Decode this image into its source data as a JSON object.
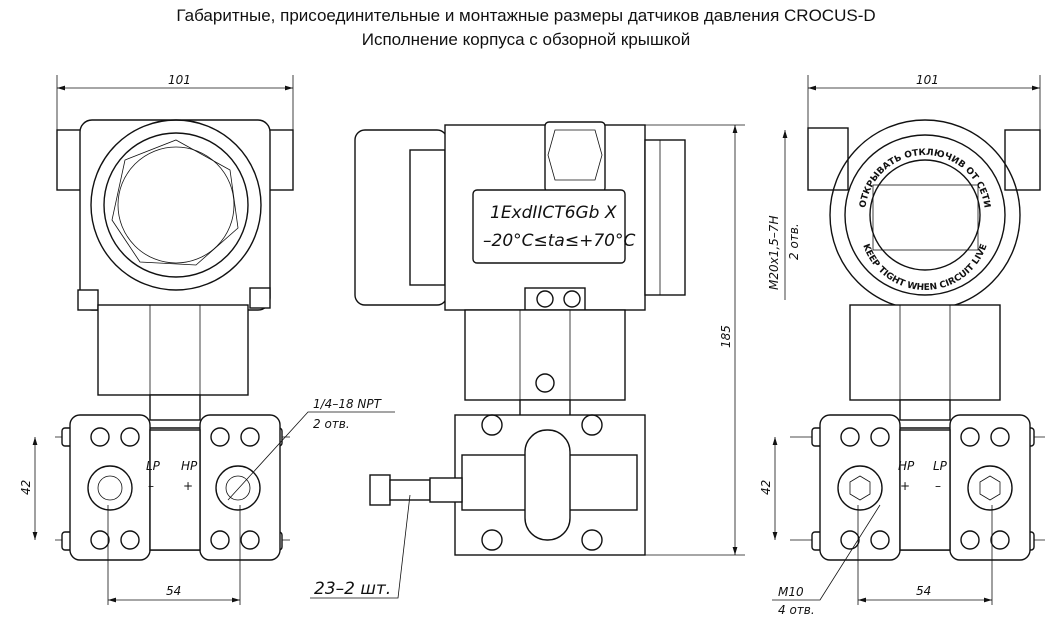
{
  "title": {
    "line1": "Габаритные, присоединительные и монтажные размеры датчиков давления CROCUS-D",
    "line2": "Исполнение корпуса с обзорной крышкой"
  },
  "left_view": {
    "width_dim": "101",
    "height_dim": "42",
    "spacing_dim": "54",
    "port_thread": "1/4–18 NPT",
    "port_count": "2 отв.",
    "lp_label": "LP",
    "hp_label": "HP",
    "minus": "–",
    "plus": "+"
  },
  "middle_view": {
    "marking_line1": "1ExdIICT6Gb X",
    "marking_line2": "–20°C≤ta≤+70°C",
    "height_dim": "185",
    "valve_note": "23–2 шт."
  },
  "right_view": {
    "width_dim": "101",
    "cable_thread": "M20x1,5–7H",
    "cable_count": "2 отв.",
    "cover_text_top": "ОТКРЫВАТЬ ОТКЛЮЧИВ ОТ СЕТИ",
    "cover_text_bottom": "KEEP TIGHT WHEN CIRCUIT LIVE",
    "height_dim": "42",
    "spacing_dim": "54",
    "hp_label": "HP",
    "lp_label": "LP",
    "plus": "+",
    "minus": "–",
    "bolt_thread": "M10",
    "bolt_count": "4 отв."
  }
}
